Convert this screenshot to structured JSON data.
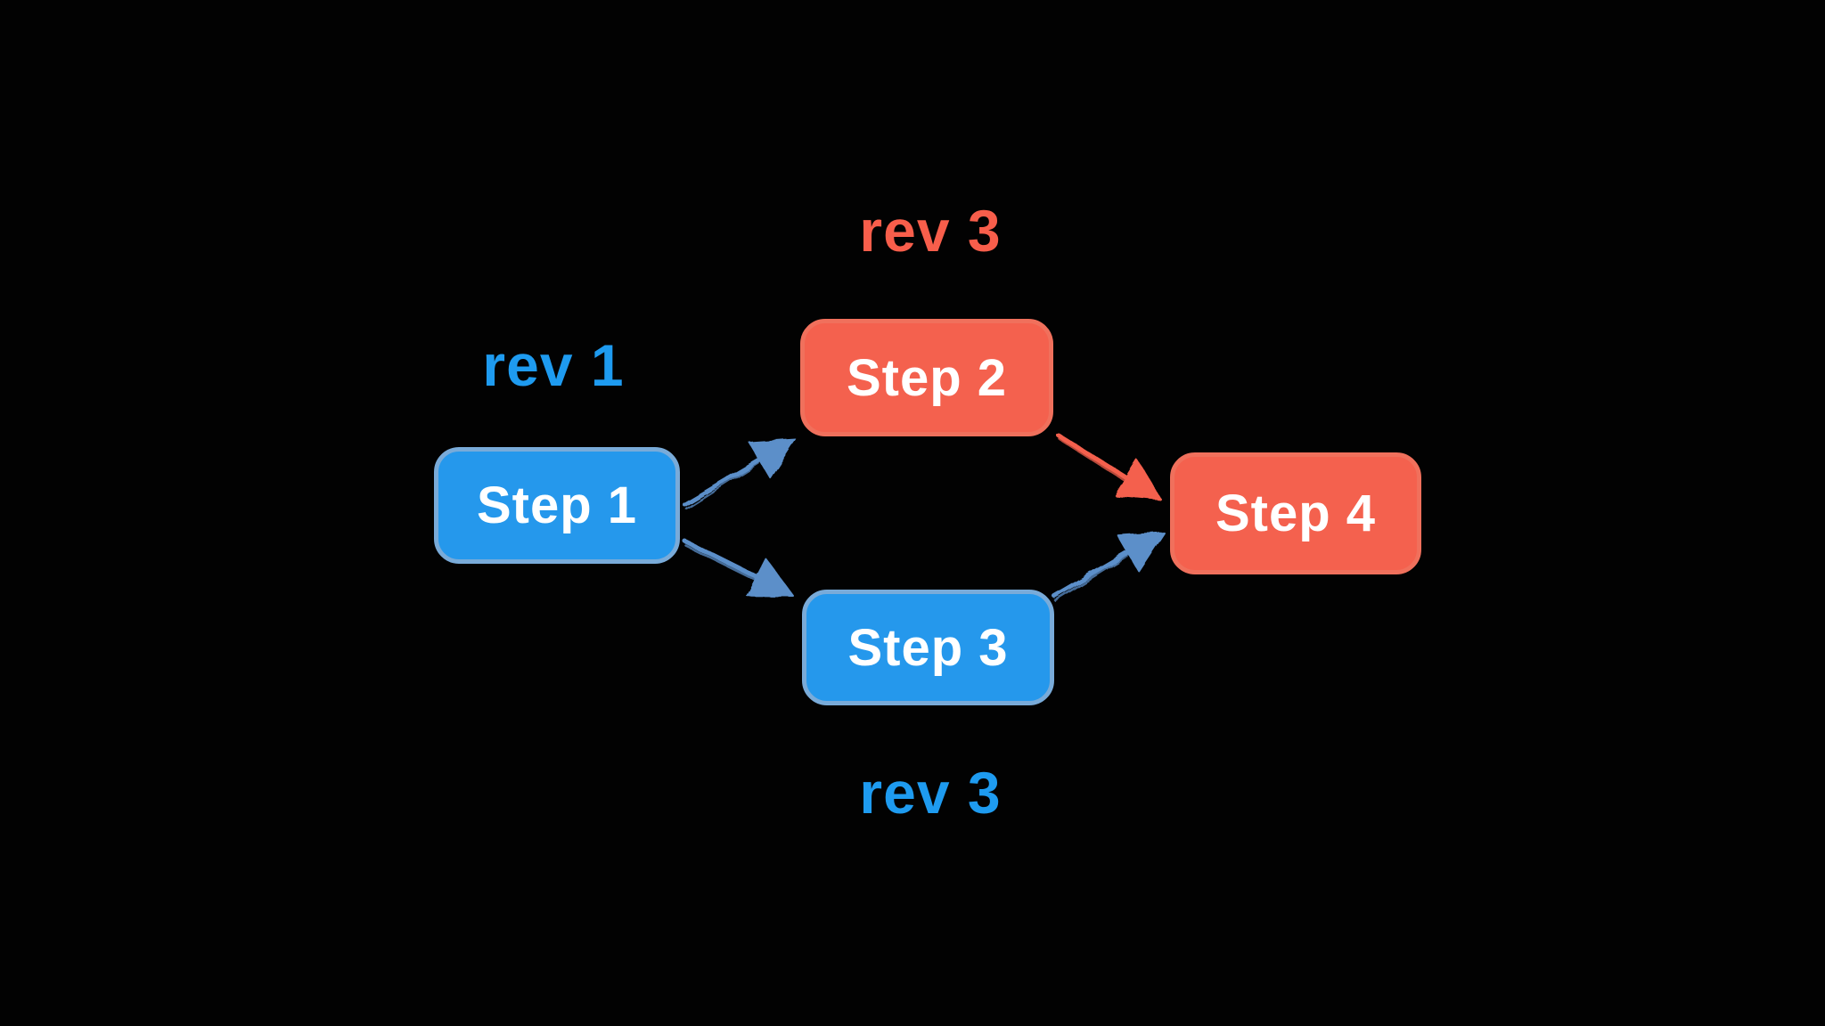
{
  "colors": {
    "background": "#020202",
    "node_text": "#ffffff",
    "node_blue_fill": "#2598EC",
    "node_blue_border": "#79ABD9",
    "node_red_fill": "#F4614E",
    "node_red_border": "#F0705C",
    "label_blue": "#1E9BF0",
    "label_red": "#F85E4B",
    "arrow_blue": "#5B8FC9",
    "arrow_red": "#F4614E"
  },
  "diagram": {
    "nodes": [
      {
        "id": "step1",
        "label": "Step 1",
        "color": "blue"
      },
      {
        "id": "step2",
        "label": "Step 2",
        "color": "red"
      },
      {
        "id": "step3",
        "label": "Step 3",
        "color": "blue"
      },
      {
        "id": "step4",
        "label": "Step 4",
        "color": "red"
      }
    ],
    "edges": [
      {
        "from": "step1",
        "to": "step2",
        "color": "blue"
      },
      {
        "from": "step1",
        "to": "step3",
        "color": "blue"
      },
      {
        "from": "step2",
        "to": "step4",
        "color": "red"
      },
      {
        "from": "step3",
        "to": "step4",
        "color": "blue"
      }
    ],
    "annotations": [
      {
        "id": "rev1",
        "text": "rev 1",
        "color": "blue",
        "position": "above-left-of-step1"
      },
      {
        "id": "rev3-top",
        "text": "rev 3",
        "color": "red",
        "position": "above-step2"
      },
      {
        "id": "rev3-bottom",
        "text": "rev 3",
        "color": "blue",
        "position": "below-step3"
      }
    ]
  }
}
